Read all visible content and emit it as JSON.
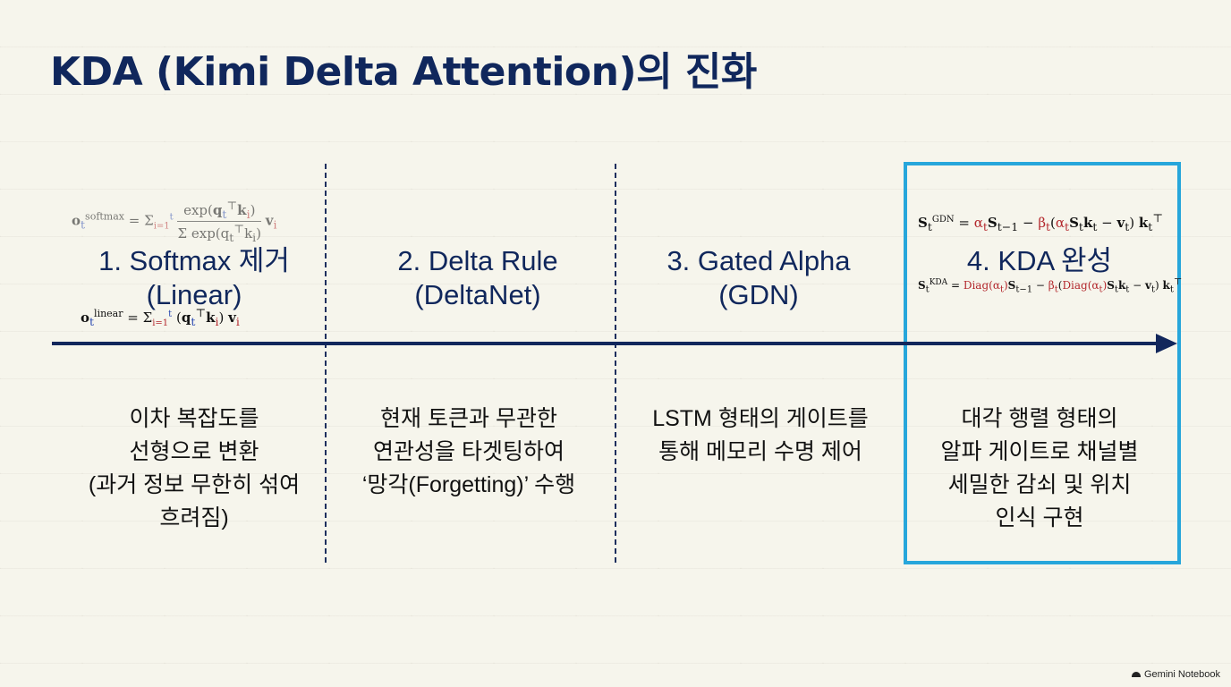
{
  "title": "KDA (Kimi Delta Attention)의 진화",
  "stages": [
    {
      "title_lines": [
        "1. Softmax 제거",
        "(Linear)"
      ],
      "description_lines": [
        "이차 복잡도를",
        "선형으로 변환",
        "(과거 정보 무한히 섞여",
        "흐려짐)"
      ],
      "formulas": [
        "o_t^softmax = Σ_{i=1}^{t} exp(q_t^⊤ k_i) / Σ exp(q_t^⊤ k_i) · v_i",
        "o_t^linear = Σ_{i=1}^{t} (q_t^⊤ k_i) v_i"
      ]
    },
    {
      "title_lines": [
        "2. Delta Rule",
        "(DeltaNet)"
      ],
      "description_lines": [
        "현재 토큰과 무관한",
        "연관성을 타겟팅하여",
        "‘망각(Forgetting)’ 수행"
      ]
    },
    {
      "title_lines": [
        "3. Gated Alpha",
        "(GDN)"
      ],
      "description_lines": [
        "LSTM 형태의 게이트를",
        "통해 메모리 수명 제어"
      ]
    },
    {
      "title_lines": [
        "4. KDA 완성"
      ],
      "description_lines": [
        "대각 행렬 형태의",
        "알파 게이트로 채널별",
        "세밀한 감쇠 및 위치",
        "인식 구현"
      ],
      "highlighted": true,
      "formulas": [
        "S_t^GDN = α_t S_{t−1} − β_t (α_t S_t k_t − v_t) k_t^⊤",
        "S_t^KDA = Diag(α_t) S_{t−1} − β_t (Diag(α_t) S_t k_t − v_t) k_t^⊤"
      ]
    }
  ],
  "watermark": "Gemini Notebook",
  "colors": {
    "background": "#f6f5ec",
    "title": "#10275c",
    "timeline": "#12275c",
    "highlight_border": "#27a6db",
    "formula_accent_red": "#b3282d",
    "formula_accent_blue": "#2646b0"
  }
}
